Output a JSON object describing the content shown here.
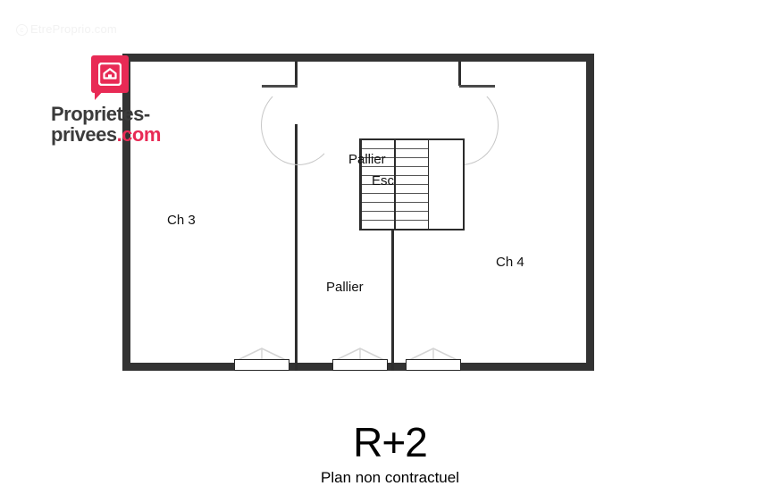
{
  "watermark": {
    "symbol": "c",
    "text": "EtreProprio.com"
  },
  "logo": {
    "icon_name": "house-in-speech-bubble-icon",
    "line1": "Proprietes-",
    "line2_main": "privees",
    "line2_accent": ".com",
    "brand_color": "#e82a55",
    "text_color": "#3b3b3b"
  },
  "plan": {
    "wall_color": "#333333",
    "interior_wall_color": "#2e2e2e",
    "background": "#ffffff",
    "rooms": [
      {
        "id": "ch3",
        "label": "Ch 3"
      },
      {
        "id": "pallier-top",
        "label": "Pallier"
      },
      {
        "id": "pallier-bottom",
        "label": "Pallier"
      },
      {
        "id": "ch4",
        "label": "Ch 4"
      }
    ],
    "stairs": {
      "label": "Esc",
      "left_flight_steps": 10,
      "right_flight_steps": 10
    },
    "doors": [
      {
        "id": "door-ch3-pallier",
        "swing": "left-down"
      },
      {
        "id": "door-ch4-pallier",
        "swing": "right-down"
      }
    ],
    "windows": [
      {
        "id": "window-ch3"
      },
      {
        "id": "window-pallier"
      },
      {
        "id": "window-ch4"
      }
    ]
  },
  "caption": {
    "title": "R+2",
    "subtitle": "Plan non contractuel"
  }
}
